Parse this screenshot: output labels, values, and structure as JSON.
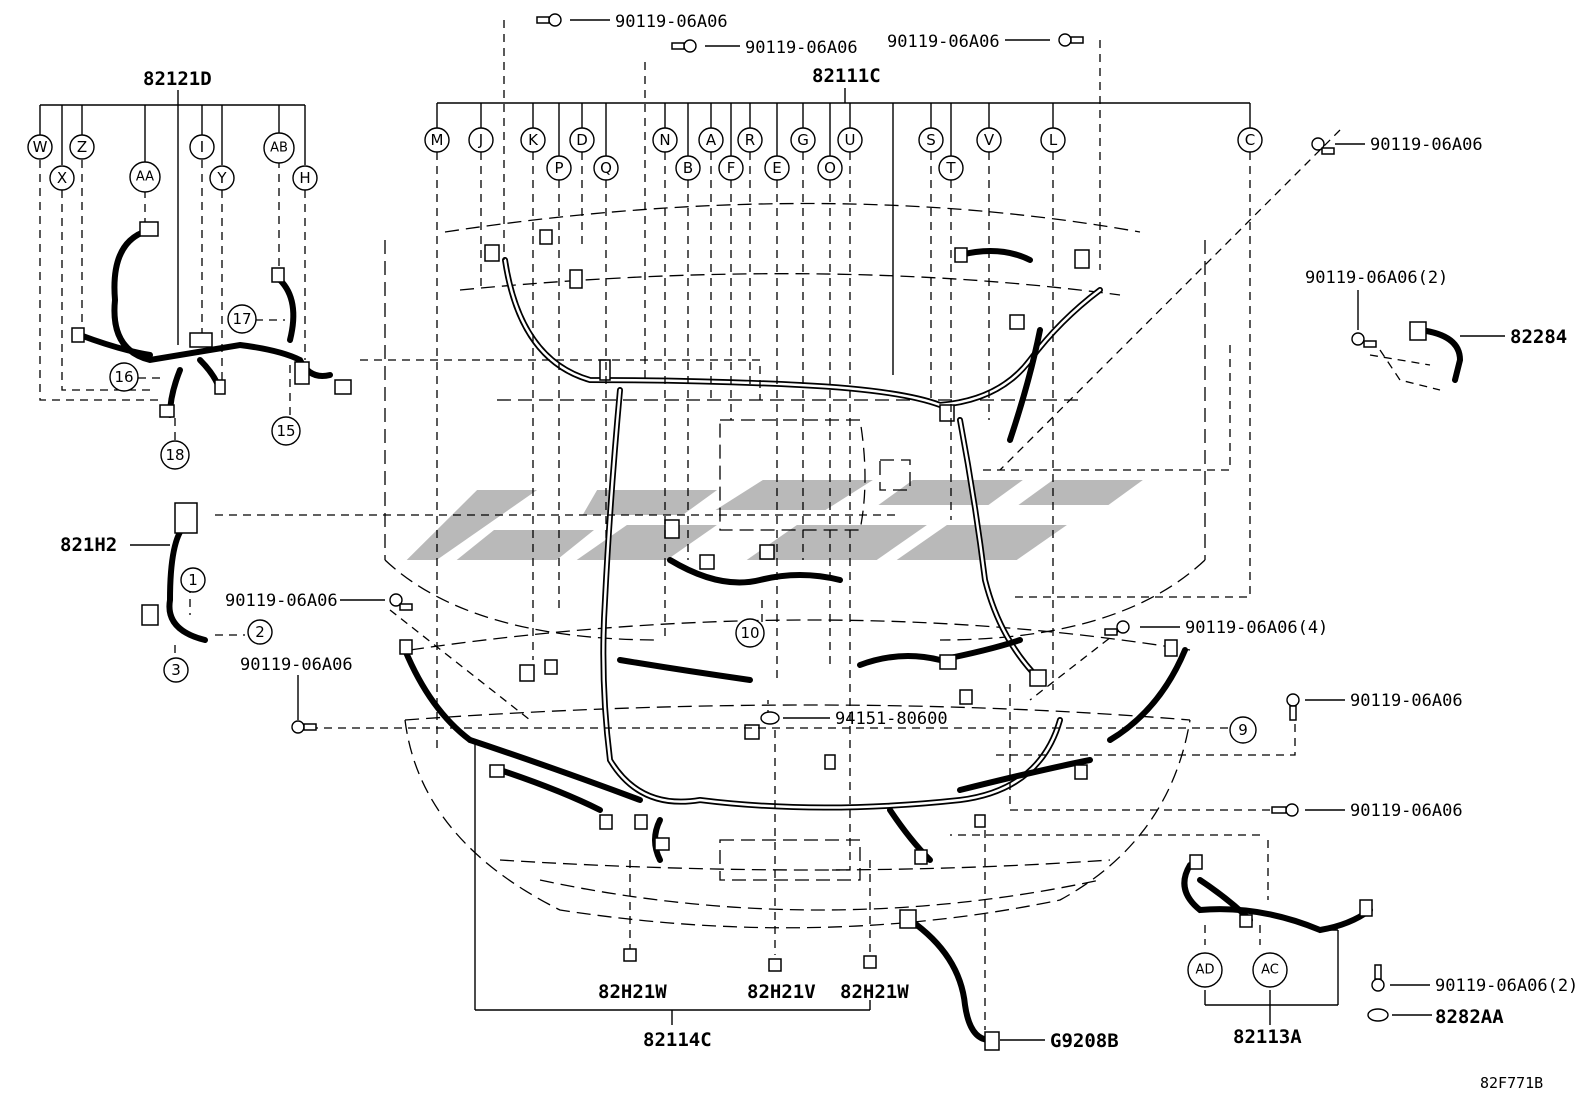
{
  "diagram": {
    "part_numbers": {
      "harness_main": "82111C",
      "harness_left": "82121D",
      "harness_bumper": "82114C",
      "harness_right": "82113A",
      "part_821H2": "821H2",
      "part_82284": "82284",
      "part_G9208B": "G9208B",
      "clip_94151": "94151-80600",
      "clip_82H21W_left": "82H21W",
      "clip_82H21V": "82H21V",
      "clip_82H21W_right": "82H21W",
      "clip_8282AA": "8282AA",
      "bolt_top_1": "90119-06A06",
      "bolt_top_2": "90119-06A06",
      "bolt_top_3": "90119-06A06",
      "bolt_right_upper": "90119-06A06",
      "bolt_82284": "90119-06A06(2)",
      "bolt_left_mid": "90119-06A06",
      "bolt_left_low": "90119-06A06",
      "bolt_right_4": "90119-06A06(4)",
      "bolt_right_mid": "90119-06A06",
      "bolt_right_low": "90119-06A06",
      "bolt_right_bottom": "90119-06A06(2)"
    },
    "letter_callouts_main": [
      "M",
      "J",
      "K",
      "P",
      "D",
      "Q",
      "N",
      "B",
      "A",
      "F",
      "R",
      "E",
      "G",
      "O",
      "U",
      "S",
      "T",
      "V",
      "L",
      "C"
    ],
    "letter_callouts_left": [
      "W",
      "X",
      "Z",
      "AA",
      "I",
      "Y",
      "AB",
      "H"
    ],
    "letter_callouts_right": [
      "AD",
      "AC"
    ],
    "number_callouts": [
      "1",
      "2",
      "3",
      "9",
      "10",
      "15",
      "16",
      "17",
      "18"
    ],
    "illustration_code": "82F771B"
  }
}
